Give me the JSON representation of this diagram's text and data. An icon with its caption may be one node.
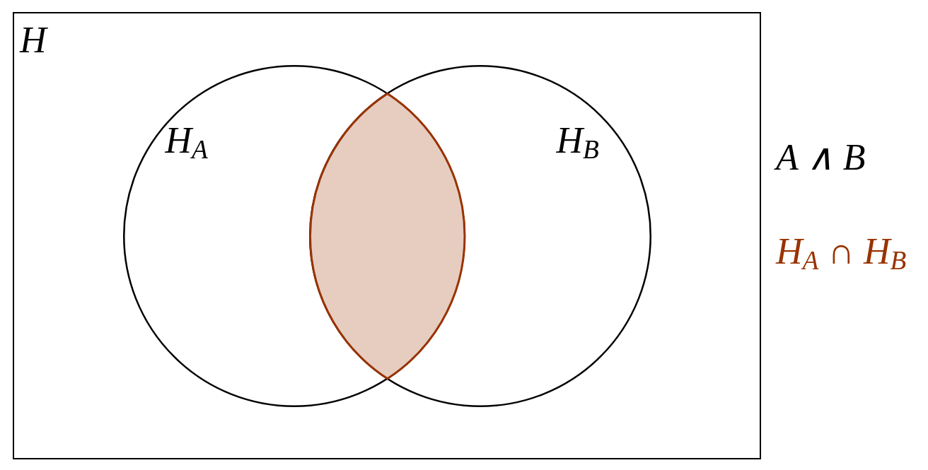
{
  "diagram": {
    "nodes": [
      {
        "text": [
          "H"
        ]
      },
      {
        "text": [
          "H$_{A}$"
        ],
        "in": 0
      },
      {
        "text": [
          "H$_{B}$"
        ],
        "in": 0
      },
      {
        "text": [],
        "shape": "lens"
      }
    ],
    "labels": [
      "A ∧ B",
      "H$_{A}$ ∩ H$_{B}$"
    ]
  }
}
